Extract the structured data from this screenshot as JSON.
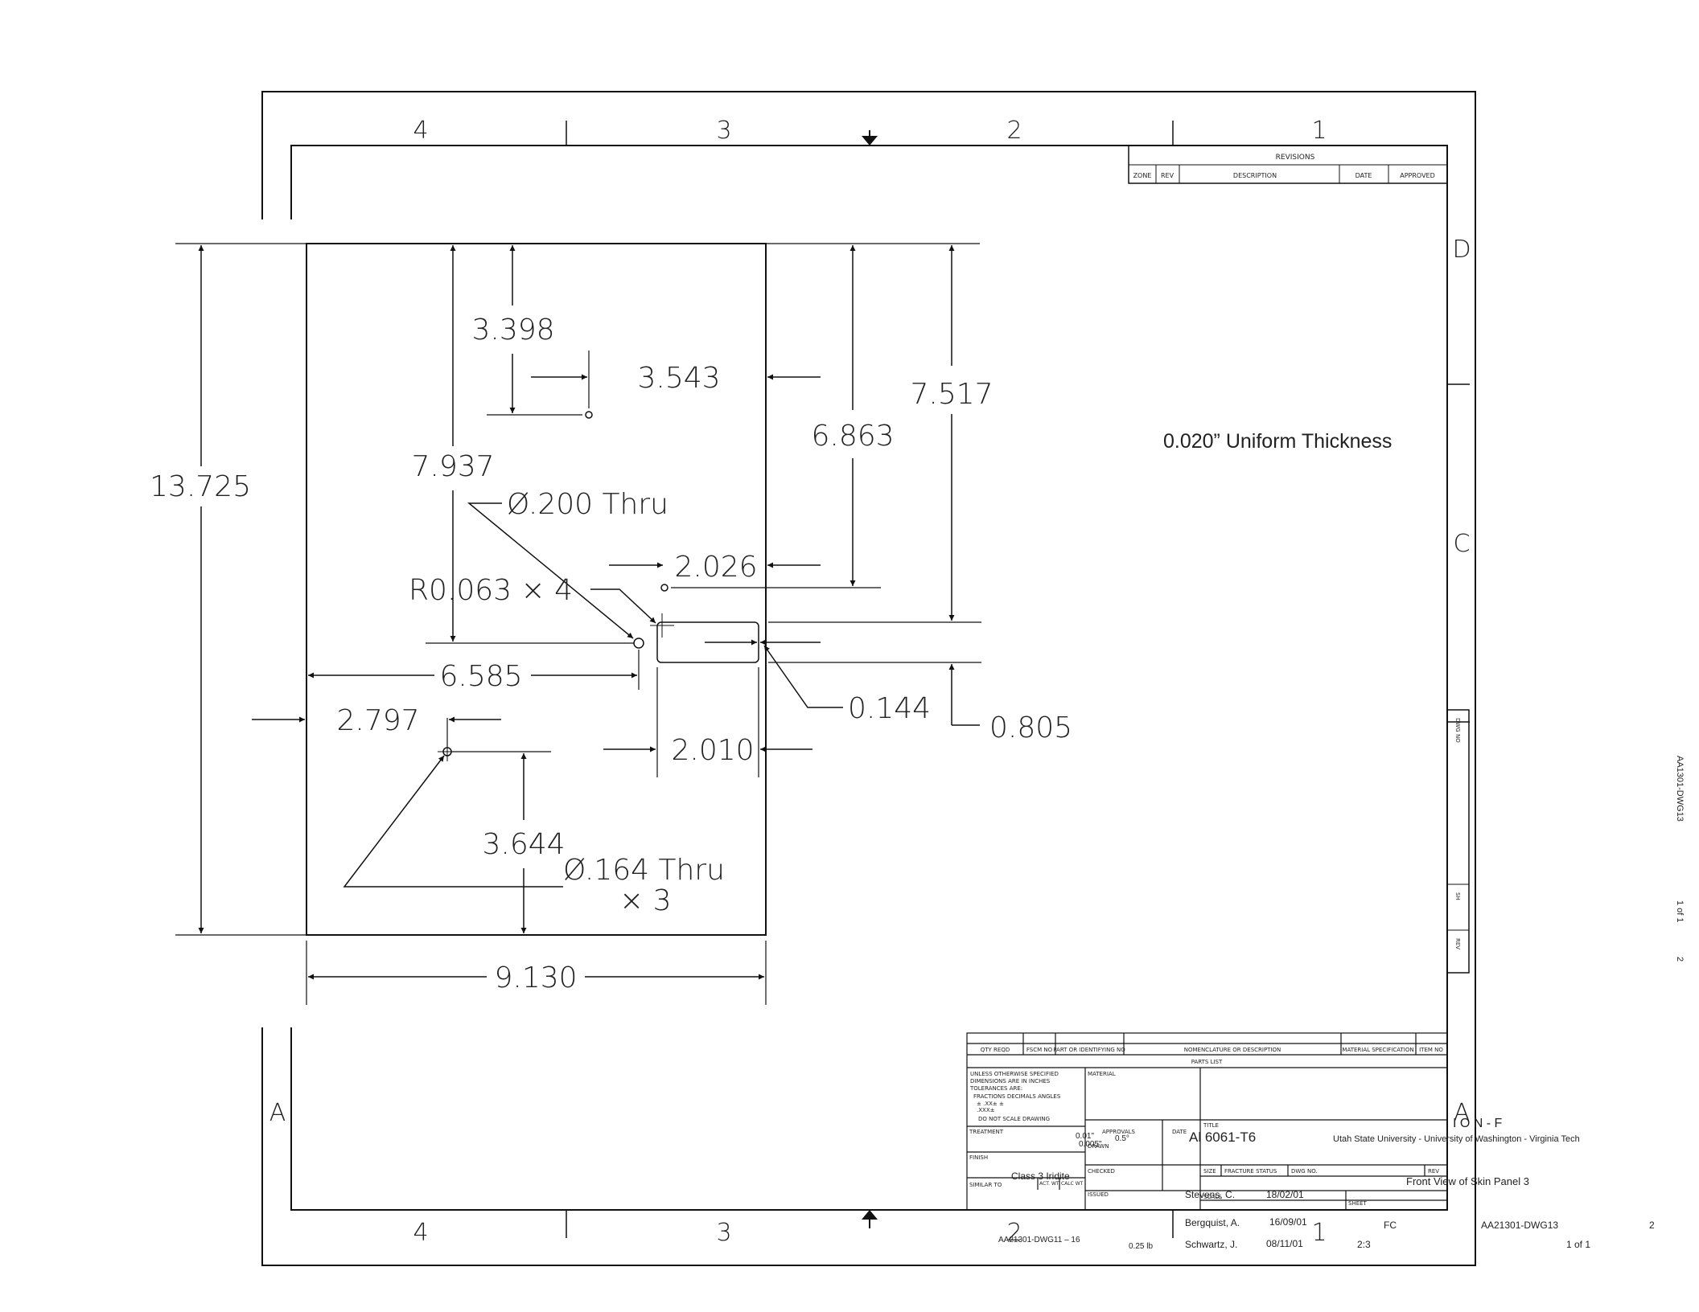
{
  "zones": {
    "top": [
      "4",
      "3",
      "2",
      "1"
    ],
    "bottom": [
      "4",
      "3",
      "2",
      "1"
    ],
    "right": [
      "D",
      "C",
      "A"
    ],
    "left": [
      "A"
    ]
  },
  "revisions": {
    "title": "REVISIONS",
    "headers": [
      "ZONE",
      "REV",
      "DESCRIPTION",
      "DATE",
      "APPROVED"
    ]
  },
  "dimensions": {
    "d_13725": "13.725",
    "d_3398": "3.398",
    "d_3543": "3.543",
    "d_6863": "6.863",
    "d_7517": "7.517",
    "d_7937": "7.937",
    "hole_200": "Ø.200  Thru",
    "d_2026": "2.026",
    "radius": "R0.063  ×  4",
    "d_6585": "6.585",
    "d_0144": "0.144",
    "d_0805": "0.805",
    "d_2797": "2.797",
    "d_2010": "2.010",
    "d_3644": "3.644",
    "hole_164": "Ø.164  Thru",
    "hole_164_qty": "×  3",
    "d_9130": "9.130"
  },
  "note": "0.020” Uniform Thickness",
  "side_block": {
    "dwg_no_label": "DWG NO",
    "sh_label": "SH",
    "rev_label": "REV",
    "dwg_no": "AA1301-DWG13",
    "sheet": "1 of 1",
    "rev": "2"
  },
  "parts_list": {
    "headers": [
      "QTY REQD",
      "FSCM NO",
      "PART OR IDENTIFYING NO",
      "NOMENCLATURE OR DESCRIPTION",
      "MATERIAL SPECIFICATION",
      "ITEM NO"
    ],
    "title": "PARTS LIST"
  },
  "title_block": {
    "tolerance_note": [
      "UNLESS OTHERWISE SPECIFIED",
      "DIMENSIONS ARE IN INCHES",
      "TOLERANCES ARE:",
      "FRACTIONS  DECIMALS  ANGLES",
      "±          .XX±          ±",
      "            .XXX±",
      "DO NOT SCALE DRAWING"
    ],
    "material_label": "MATERIAL",
    "treatment_label": "TREATMENT",
    "finish_label": "FINISH",
    "similar_to_label": "SIMILAR TO",
    "act_wt_label": "ACT. WT.",
    "calc_wt_label": "CALC WT",
    "approvals_label": "APPROVALS",
    "date_label": "DATE",
    "drawn_label": "DRAWN",
    "checked_label": "CHECKED",
    "issued_label": "ISSUED",
    "title_label": "TITLE",
    "size_label": "SIZE",
    "fracture_label": "FRACTURE STATUS",
    "dwg_no_label": "DWG NO.",
    "rev_label": "REV",
    "scale_label": "SCALE",
    "sheet_label": "SHEET",
    "tol_1": "0.01\"",
    "tol_2": "0.005\"",
    "tol_3": "0.5°",
    "material": "Al 6061-T6",
    "finish": "Class 3 Iridite",
    "org_fragment": "I O N - F",
    "universities": "Utah State University - University of Washington - Virginia Tech",
    "title": "Front View of Skin Panel 3",
    "drawn_by": "Stevens, C.",
    "drawn_date": "18/02/01",
    "checked_by": "Bergquist, A.",
    "checked_date": "16/09/01",
    "issued_by": "Schwartz, J.",
    "issued_date": "08/11/01",
    "similar_to": "AA21301-DWG11 – 16",
    "weight": "0.25 lb",
    "size": "FC",
    "dwg_no": "AA21301-DWG13",
    "rev": "2",
    "scale": "2:3",
    "sheet": "1 of 1"
  }
}
